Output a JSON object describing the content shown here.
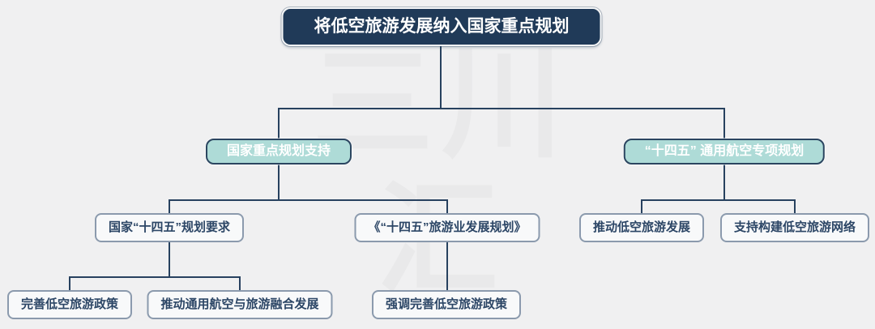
{
  "watermark": {
    "line1": "三川",
    "line2": "汇"
  },
  "colors": {
    "background": "#f0f0f1",
    "navy_fill": "#203a58",
    "teal_fill": "#aedbd7",
    "line": "#27415f",
    "plain_text": "#2c4666",
    "watermark": "#e9e9ea"
  },
  "nodes": {
    "root": "将低空旅游发展纳入国家重点规划",
    "support": "国家重点规划支持",
    "ga_plan": "“十四五” 通用航空专项规划",
    "req": "国家“十四五”规划要求",
    "tourism_plan": "《“十四五”旅游业发展规划》",
    "promote": "推动低空旅游发展",
    "network": "支持构建低空旅游网络",
    "policy": "完善低空旅游政策",
    "integration": "推动通用航空与旅游融合发展",
    "emphasize": "强调完善低空旅游政策"
  }
}
